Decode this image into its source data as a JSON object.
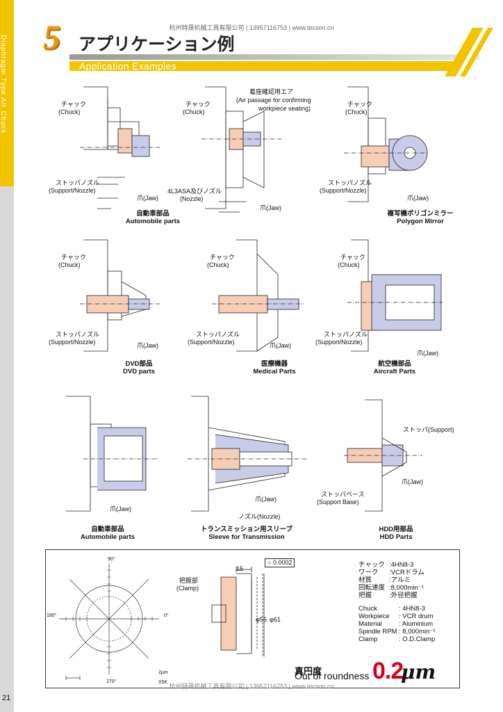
{
  "page": {
    "source_line": "杭州特晟机械工具有限公司 | 13957116753 | www.tecson.cn",
    "side_label": "Diaphragm Type Air Chuck",
    "page_number": "21"
  },
  "header": {
    "section_number": "5",
    "title_jp": "アプリケーション例",
    "title_en": "Application Examples"
  },
  "labels": {
    "chuck": "チャック",
    "chuck_en": "(Chuck)",
    "stopper_nozzle": "ストッパノズル",
    "support_nozzle_en": "(Support/Nozzle)",
    "jaw": "爪(Jaw)",
    "air_passage_jp": "着座確認用エア",
    "air_passage_en1": "(Air passage for confirming",
    "air_passage_en2": "workpiece seating)",
    "nozzle_4l3": "4L3ASA及びノズル",
    "nozzle_4l3_en": "(Nozzle)",
    "nozzle_jp": "ノズル(Nozzle)",
    "stopper_support": "ストッパ(Support)",
    "stopper_base": "ストッパベース",
    "stopper_base_en": "(Support Base)"
  },
  "figures": [
    {
      "caption_jp": "自動車部品",
      "caption_en": "Automobile parts"
    },
    {
      "caption_jp": "自動車部品",
      "caption_en": "Automobile parts"
    },
    {
      "caption_jp": "複写機ポリゴンミラー",
      "caption_en": "Polygon Mirror"
    },
    {
      "caption_jp": "DVD部品",
      "caption_en": "DVD parts"
    },
    {
      "caption_jp": "医療機器",
      "caption_en": "Medical Parts"
    },
    {
      "caption_jp": "航空機部品",
      "caption_en": "Aircraft Parts"
    },
    {
      "caption_jp": "自動車部品",
      "caption_en": "Automobile parts"
    },
    {
      "caption_jp": "トランスミッション用スリーブ",
      "caption_en": "Sleeve for Transmission"
    },
    {
      "caption_jp": "HDD用部品",
      "caption_en": "HDD Parts"
    }
  ],
  "spec_box": {
    "polar": {
      "angle_90": "90°",
      "angle_180": "180°",
      "angle_0": "0°",
      "angle_270": "270°",
      "scale_value": "2μm",
      "scale_mag": "X5K"
    },
    "drawing": {
      "clamp_jp": "把握部",
      "clamp_en": "(Clamp)",
      "dim_width": "15",
      "tolerance": "0.0002",
      "diam_inner": "φ56",
      "diam_outer": "φ61"
    },
    "spec_jp": [
      {
        "key": "チャック",
        "value": ":4HN8-3"
      },
      {
        "key": "ワーク",
        "value": ":VCRドラム"
      },
      {
        "key": "材質",
        "value": ":アルミ"
      },
      {
        "key": "回転速度",
        "value": ":8,000min⁻¹"
      },
      {
        "key": "把握",
        "value": ":外径把握"
      }
    ],
    "spec_en": [
      {
        "key": "Chuck",
        "value": ": 4HN8-3"
      },
      {
        "key": "Workpiece",
        "value": ": VCR drum"
      },
      {
        "key": "Material",
        "value": ": Aluminium"
      },
      {
        "key": "Spindle RPM",
        "value": ": 8,000min⁻¹"
      },
      {
        "key": "Clamp",
        "value": ": O.D.Clamp"
      }
    ],
    "roundness": {
      "label_jp": "真円度",
      "label_en": "Out of roundness",
      "value": "0.2",
      "unit": "μm"
    }
  },
  "colors": {
    "accent_yellow": "#f2c400",
    "accent_orange": "#e69a10",
    "part_fill": "#f6cdb5",
    "work_fill": "#c9cce8",
    "roundness_red": "#d6001c"
  }
}
